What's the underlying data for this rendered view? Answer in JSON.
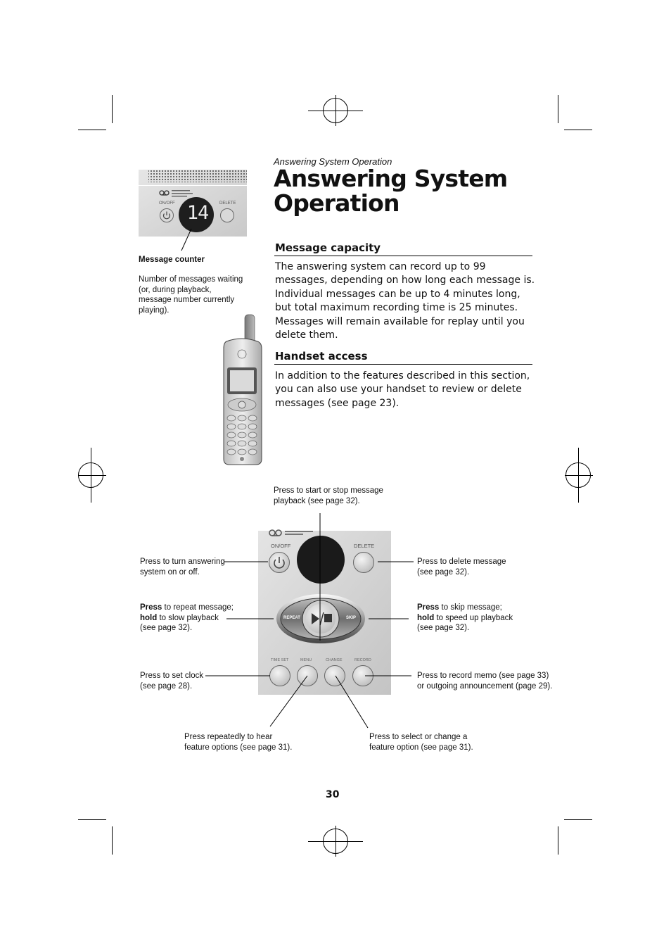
{
  "header": {
    "running_head": "Answering System Operation",
    "title_line1": "Answering System",
    "title_line2": "Operation"
  },
  "sidebar": {
    "counter_display": "14",
    "panel_on_off_label": "ON/OFF",
    "panel_delete_label": "DELETE",
    "caption_title": "Message counter",
    "caption_text": "Number of messages waiting (or, during playback, message number currently playing)."
  },
  "sections": [
    {
      "heading": "Message capacity",
      "body": "The answering system can record up to 99 messages, depending on how long each message is. Individual messages can be up to 4 minutes long, but total maximum recording time is 25 minutes. Messages will remain available for replay until you delete them."
    },
    {
      "heading": "Handset access",
      "body": "In addition to the features described in this section, you can also use your handset to review or delete messages (see page 23)."
    }
  ],
  "diagram": {
    "button_labels": {
      "on_off": "ON/OFF",
      "delete": "DELETE",
      "repeat": "REPEAT",
      "skip": "SKIP",
      "time_set": "TIME SET",
      "menu": "MENU",
      "change": "CHANGE",
      "record": "RECORD"
    },
    "callouts": {
      "play_line1": "Press to start or stop message",
      "play_line2": "playback (see page 32).",
      "onoff_line1": "Press to turn answering",
      "onoff_line2": "system on or off.",
      "delete_line1": "Press to delete message",
      "delete_line2": "(see page 32).",
      "repeat_press": "Press",
      "repeat_line1_rest": " to repeat message;",
      "repeat_hold": "hold",
      "repeat_line2_rest": " to slow playback",
      "repeat_line3": "(see page 32).",
      "skip_press": "Press",
      "skip_line1_rest": " to skip message;",
      "skip_hold": "hold",
      "skip_line2_rest": " to speed up playback",
      "skip_line3": "(see page 32).",
      "clock_line1": "Press to set clock",
      "clock_line2": "(see page 28).",
      "record_line1": "Press to record memo (see page 33)",
      "record_line2": "or outgoing announcement (page 29).",
      "menu_line1": "Press repeatedly to hear",
      "menu_line2": "feature options (see page 31).",
      "change_line1": "Press to select or change a",
      "change_line2": "feature option (see page 31)."
    }
  },
  "footer": {
    "page_number": "30"
  }
}
